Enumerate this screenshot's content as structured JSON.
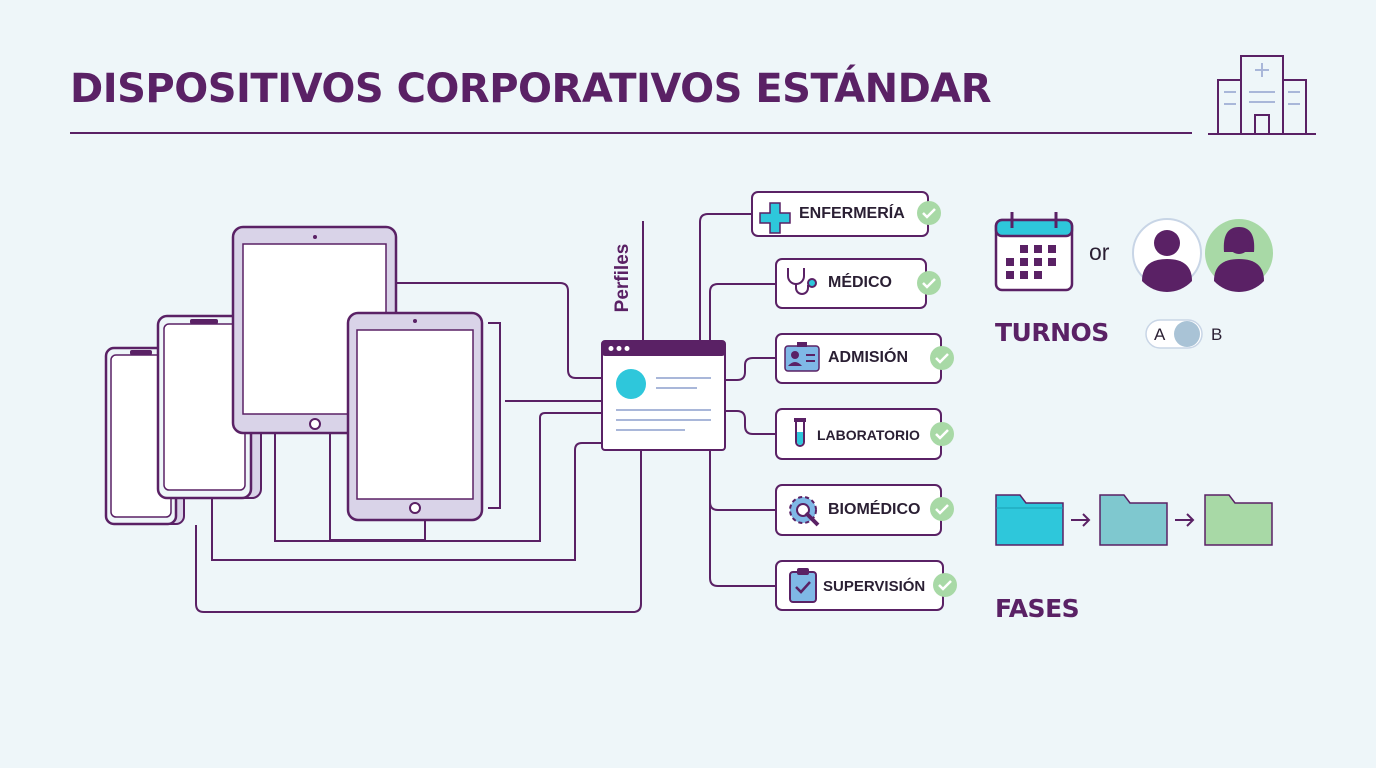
{
  "header": {
    "title": "DISPOSITIVOS CORPORATIVOS ESTÁNDAR",
    "hospital_icon": "hospital-building-icon"
  },
  "hub": {
    "label": "Perfiles"
  },
  "profiles": [
    {
      "label": "ENFERMERÍA",
      "icon": "medical-cross-icon"
    },
    {
      "label": "MÉDICO",
      "icon": "stethoscope-icon"
    },
    {
      "label": "ADMISIÓN",
      "icon": "id-card-icon"
    },
    {
      "label": "LABORATORIO",
      "icon": "test-tube-icon"
    },
    {
      "label": "BIOMÉDICO",
      "icon": "gear-wrench-icon"
    },
    {
      "label": "SUPERVISIÓN",
      "icon": "clipboard-check-icon"
    }
  ],
  "shifts": {
    "or_text": "or",
    "label": "TURNOS",
    "toggle_a": "A",
    "toggle_b": "B"
  },
  "phases": {
    "label": "FASES"
  },
  "colors": {
    "primary": "#5a2165",
    "accent_cyan": "#2ec7db",
    "check_green": "#a8d9a6",
    "background": "#eef6f9"
  }
}
